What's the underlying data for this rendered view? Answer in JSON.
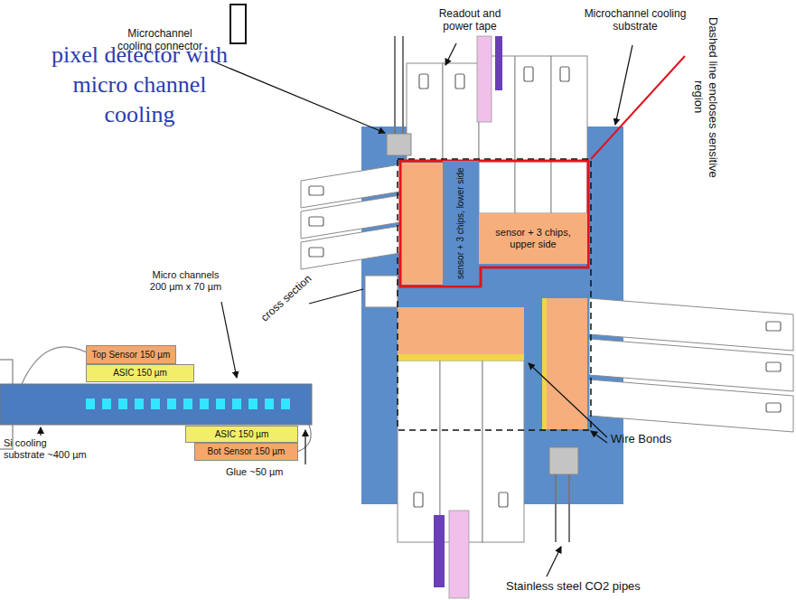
{
  "diagram": {
    "title": "pixel detector with micro channel cooling",
    "nodes": [
      {
        "text": [
          "sensor + 3 chips, lower side"
        ]
      },
      {
        "text": [
          "sensor + 3 chips, upper side"
        ]
      },
      {
        "text": [
          "Top Sensor 150 µm"
        ]
      },
      {
        "text": [
          "ASIC 150 µm"
        ]
      },
      {
        "text": [
          "ASIC 150 µm"
        ]
      },
      {
        "text": [
          "Bot Sensor 150 µm"
        ]
      }
    ],
    "labels": [
      "Readout and power tape",
      "Microchannel cooling connector",
      "Microchannel cooling substrate",
      "Dashed line encloses sensitive region",
      "Micro channels 200 µm x 70 µm",
      "cross section",
      "Si cooling substrate ~400 µm",
      "Glue ~50 µm",
      "Wire Bonds",
      "Stainless steel CO2 pipes"
    ]
  }
}
